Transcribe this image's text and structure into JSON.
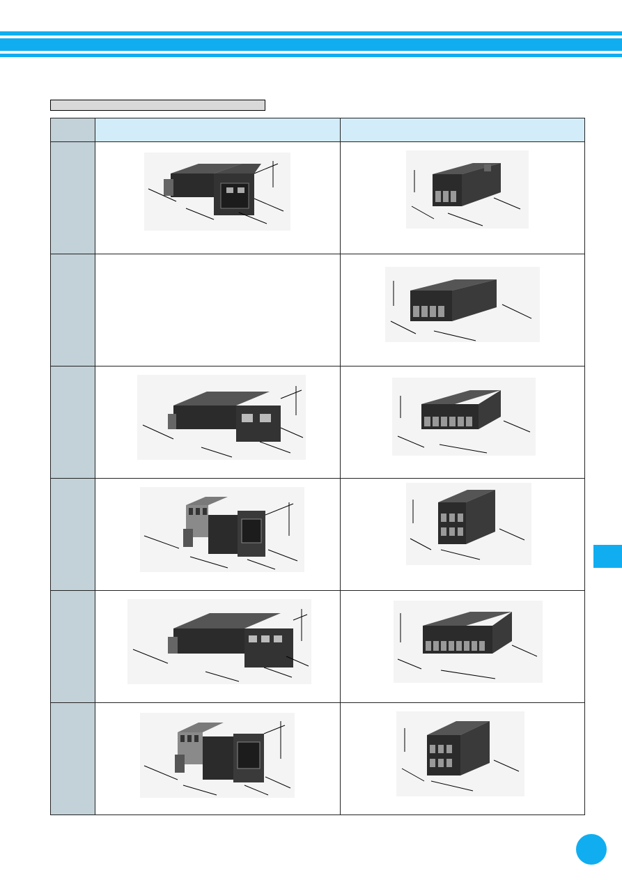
{
  "colors": {
    "accent": "#10aef0",
    "header_fill": "#d2ecf9",
    "row_header_fill": "#c3d1d8",
    "label_bar_fill": "#d9d9d9",
    "connector_dark": "#2b2b2b",
    "connector_light": "#8a8a8a"
  },
  "table": {
    "header": {
      "corner": "",
      "col_left": "",
      "col_right": ""
    },
    "rows": [
      {
        "left": {
          "image": "plug-connector-photo"
        },
        "right": {
          "image": "receptacle-connector-photo"
        }
      },
      {
        "left": {
          "image": ""
        },
        "right": {
          "image": "receptacle-connector-photo"
        }
      },
      {
        "left": {
          "image": "plug-connector-photo"
        },
        "right": {
          "image": "receptacle-connector-photo"
        }
      },
      {
        "left": {
          "image": "plug-connector-photo"
        },
        "right": {
          "image": "receptacle-connector-photo"
        }
      },
      {
        "left": {
          "image": "plug-connector-photo"
        },
        "right": {
          "image": "receptacle-connector-photo"
        }
      },
      {
        "left": {
          "image": "plug-connector-photo"
        },
        "right": {
          "image": "receptacle-connector-photo"
        }
      }
    ]
  }
}
